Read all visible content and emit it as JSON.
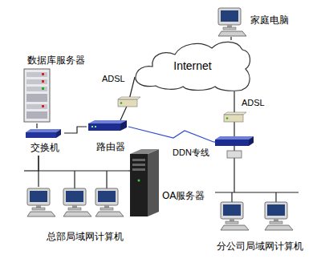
{
  "diagram": {
    "nodes": [
      {
        "text": [
          "家庭电脑"
        ]
      },
      {
        "text": [
          "Internet"
        ]
      },
      {
        "text": [
          "数据库服务器"
        ]
      },
      {
        "text": [
          "交换机"
        ]
      },
      {
        "text": [
          "路由器"
        ]
      },
      {
        "text": [
          "OA服务器"
        ]
      },
      {
        "text": [
          "总部局域网计算机"
        ]
      },
      {
        "text": [
          "分公司局域网计算机"
        ]
      }
    ],
    "edges": [
      {
        "from": 1,
        "to": 0,
        "arrow": "none"
      },
      {
        "from": 1,
        "to": 4,
        "label": "ADSL",
        "arrow": "none"
      },
      {
        "from": 1,
        "to": 7,
        "label": "ADSL",
        "arrow": "none"
      },
      {
        "from": 4,
        "to": 7,
        "label": "DDN专线",
        "arrow": "none"
      },
      {
        "from": 2,
        "to": 3,
        "arrow": "none"
      },
      {
        "from": 3,
        "to": 4,
        "arrow": "none"
      },
      {
        "from": 3,
        "to": 6,
        "arrow": "none"
      },
      {
        "from": 3,
        "to": 5,
        "arrow": "none"
      }
    ]
  }
}
